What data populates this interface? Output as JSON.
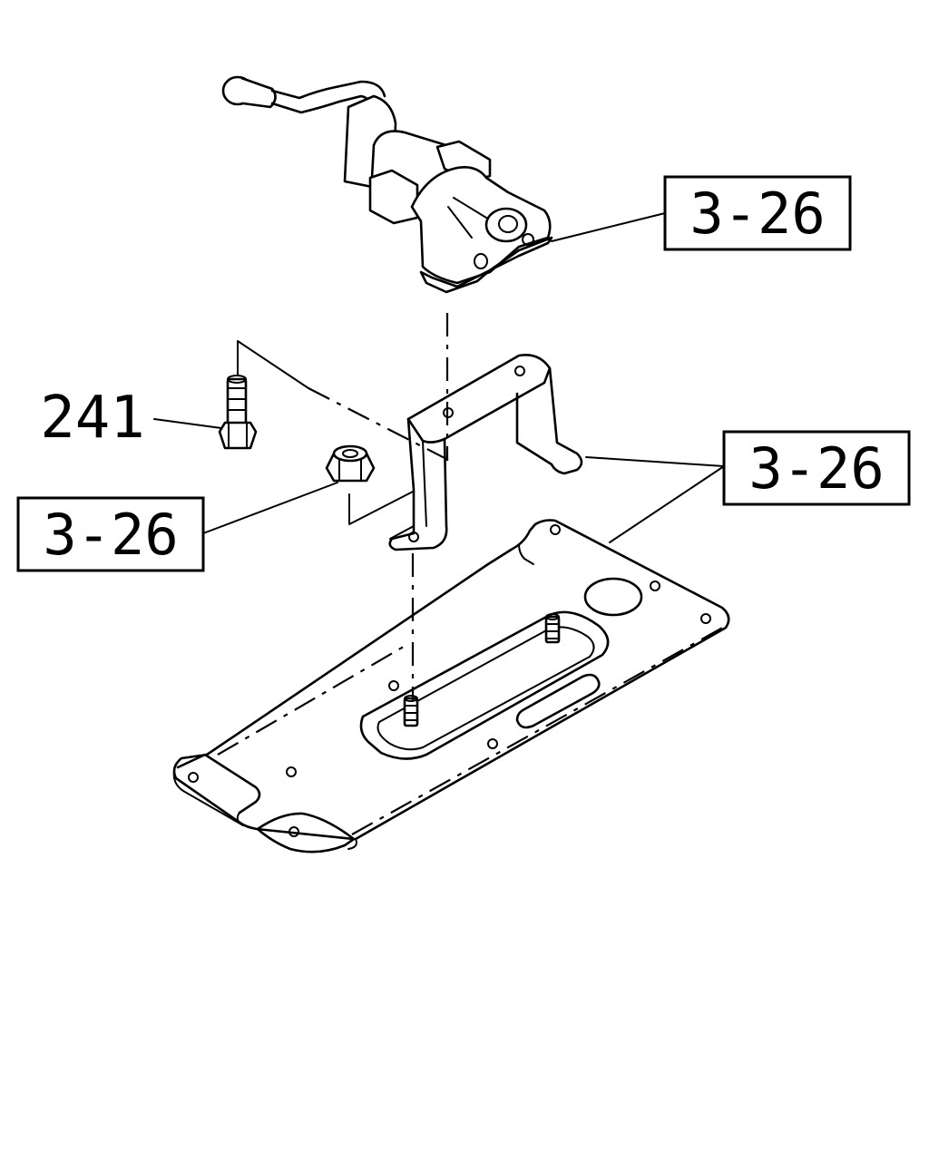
{
  "callouts": [
    {
      "label": "3-26"
    },
    {
      "label": "3-26"
    },
    {
      "label": "3-26"
    }
  ],
  "part_numbers": [
    {
      "label": "241"
    }
  ]
}
